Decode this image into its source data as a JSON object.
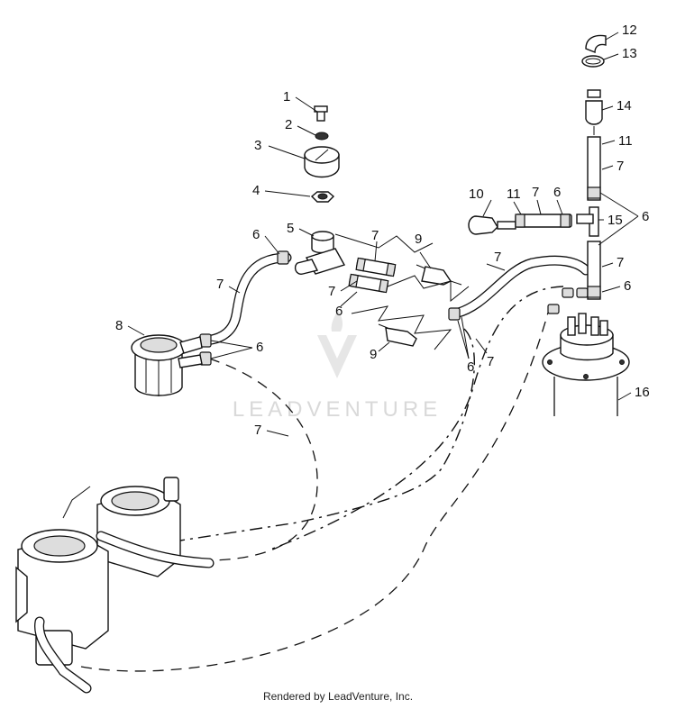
{
  "diagram": {
    "callouts": {
      "c1": "1",
      "c2": "2",
      "c3": "3",
      "c4": "4",
      "c5": "5",
      "c6a": "6",
      "c6b": "6",
      "c6c": "6",
      "c6d": "6",
      "c6e": "6",
      "c6f": "6",
      "c7a": "7",
      "c7b": "7",
      "c7c": "7",
      "c7d": "7",
      "c7e": "7",
      "c7f": "7",
      "c7g": "7",
      "c7h": "7",
      "c8": "8",
      "c9a": "9",
      "c9b": "9",
      "c10": "10",
      "c11a": "11",
      "c11b": "11",
      "c12": "12",
      "c13": "13",
      "c14": "14",
      "c15": "15",
      "c16": "16"
    },
    "watermark": "LEADVENTURE"
  },
  "footer": {
    "text": "Rendered by LeadVenture, Inc."
  }
}
